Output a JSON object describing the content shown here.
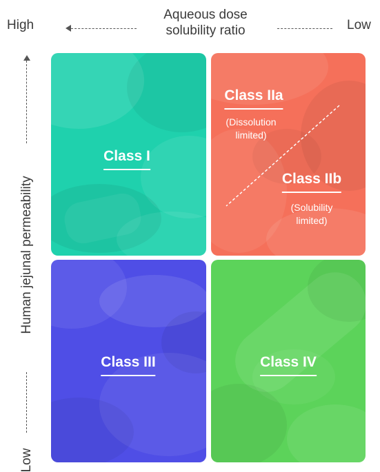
{
  "x_axis": {
    "left_label": "High",
    "title_line1": "Aqueous dose",
    "title_line2": "solubility ratio",
    "right_label": "Low"
  },
  "y_axis": {
    "title": "Human jejunal permeability",
    "bottom_label": "Low"
  },
  "colors": {
    "class_i": "#1fd1ad",
    "class_ii": "#f5705a",
    "class_iii": "#4f4ee6",
    "class_iv": "#5cd35a"
  },
  "quadrants": {
    "class_i": {
      "label": "Class I"
    },
    "class_ii": {
      "label_a": "Class IIa",
      "sub_a_line1": "(Dissolution",
      "sub_a_line2": "limited)",
      "label_b": "Class IIb",
      "sub_b_line1": "(Solubility",
      "sub_b_line2": "limited)"
    },
    "class_iii": {
      "label": "Class III"
    },
    "class_iv": {
      "label": "Class IV"
    }
  }
}
